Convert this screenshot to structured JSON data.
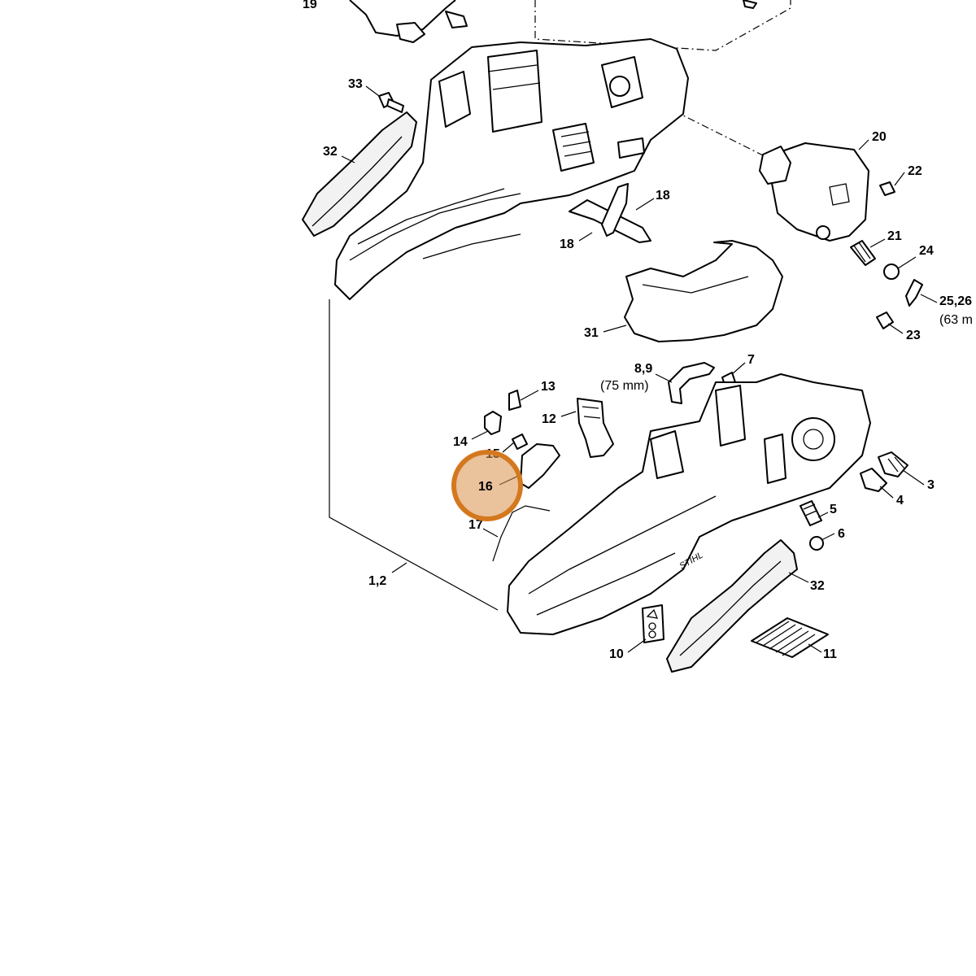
{
  "callouts": [
    {
      "id": "c19",
      "text": "19"
    },
    {
      "id": "c33",
      "text": "33"
    },
    {
      "id": "c32a",
      "text": "32"
    },
    {
      "id": "c20",
      "text": "20"
    },
    {
      "id": "c22",
      "text": "22"
    },
    {
      "id": "c18a",
      "text": "18"
    },
    {
      "id": "c18b",
      "text": "18"
    },
    {
      "id": "c21",
      "text": "21"
    },
    {
      "id": "c24",
      "text": "24"
    },
    {
      "id": "c2526",
      "text": "25,26"
    },
    {
      "id": "c63",
      "text": "(63 m"
    },
    {
      "id": "c23",
      "text": "23"
    },
    {
      "id": "c31",
      "text": "31"
    },
    {
      "id": "c89",
      "text": "8,9"
    },
    {
      "id": "c75",
      "text": "(75 mm)"
    },
    {
      "id": "c7",
      "text": "7"
    },
    {
      "id": "c13",
      "text": "13"
    },
    {
      "id": "c12",
      "text": "12"
    },
    {
      "id": "c14",
      "text": "14"
    },
    {
      "id": "c15",
      "text": "15"
    },
    {
      "id": "c16",
      "text": "16"
    },
    {
      "id": "c17",
      "text": "17"
    },
    {
      "id": "c3",
      "text": "3"
    },
    {
      "id": "c4",
      "text": "4"
    },
    {
      "id": "c5",
      "text": "5"
    },
    {
      "id": "c6",
      "text": "6"
    },
    {
      "id": "c12b",
      "text": "1,2"
    },
    {
      "id": "c32b",
      "text": "32"
    },
    {
      "id": "c10",
      "text": "10"
    },
    {
      "id": "c11",
      "text": "11"
    }
  ],
  "brand_mark": "STIHL",
  "highlight": {
    "part": "16",
    "color": "#d4781e"
  }
}
